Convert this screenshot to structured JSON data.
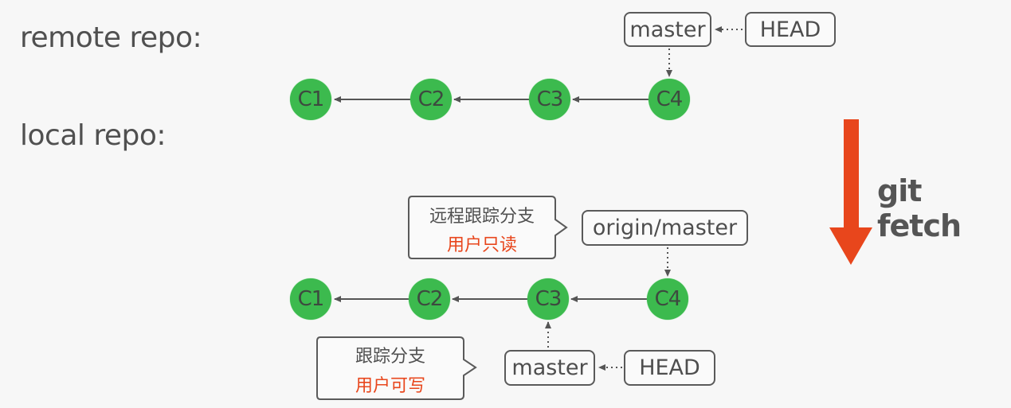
{
  "labels": {
    "remote": "remote repo:",
    "local": "local repo:"
  },
  "remote": {
    "commits": [
      "C1",
      "C2",
      "C3",
      "C4"
    ],
    "branch": "master",
    "head": "HEAD"
  },
  "local": {
    "commits": [
      "C1",
      "C2",
      "C3",
      "C4"
    ],
    "remote_branch": "origin/master",
    "branch": "master",
    "head": "HEAD"
  },
  "callouts": {
    "remote_tracking": {
      "title": "远程跟踪分支",
      "note": "用户只读"
    },
    "tracking": {
      "title": "跟踪分支",
      "note": "用户可写"
    }
  },
  "action": {
    "label": "git fetch",
    "arrow": "down-arrow"
  },
  "colors": {
    "commit": "#3cba4e",
    "accent": "#e8461c",
    "note": "#e8461c",
    "text": "#505050"
  }
}
